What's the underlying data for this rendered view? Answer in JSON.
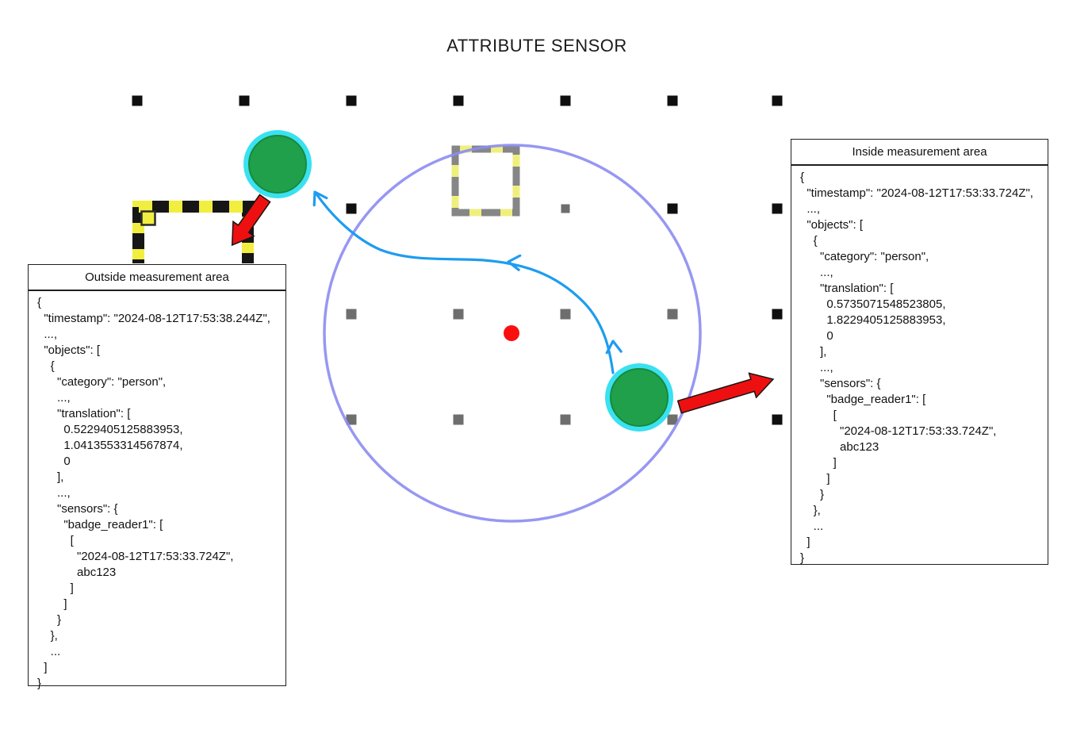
{
  "title": "ATTRIBUTE SENSOR",
  "colors": {
    "person-green": "#21a04b",
    "person-green-edge": "#168a3c",
    "person-ring-cyan": "#3ae1f0",
    "area-purple": "#8c8cf2",
    "center-red": "#fa0f0f",
    "arrow-red": "#ee1010",
    "path-blue": "#1e9cf0",
    "gate-yellow": "#f2ee3f",
    "gate-black": "#161616",
    "faded-gate-gray": "#686868",
    "faded-gate-yellow": "#ecec5e",
    "dot-black": "#0f0f0f",
    "dot-gray": "#6e6e6e"
  },
  "panels": {
    "outside": {
      "title": "Outside measurement area",
      "lines": [
        "{",
        "  \"timestamp\": \"2024-08-12T17:53:38.244Z\",",
        "  ...,",
        "  \"objects\": [",
        "    {",
        "      \"category\": \"person\",",
        "      ...,",
        "      \"translation\": [",
        "        0.5229405125883953,",
        "        1.0413553314567874,",
        "        0",
        "      ],",
        "      ...,",
        "      \"sensors\": {",
        "        \"badge_reader1\": [",
        "          [",
        "            \"2024-08-12T17:53:33.724Z\",",
        "            abc123",
        "          ]",
        "        ]",
        "      }",
        "    },",
        "    ...",
        "  ]",
        "}"
      ]
    },
    "inside": {
      "title": "Inside measurement area",
      "lines": [
        "{",
        "  \"timestamp\": \"2024-08-12T17:53:33.724Z\",",
        "  ...,",
        "  \"objects\": [",
        "    {",
        "      \"category\": \"person\",",
        "      ...,",
        "      \"translation\": [",
        "        0.5735071548523805,",
        "        1.8229405125883953,",
        "        0",
        "      ],",
        "      ...,",
        "      \"sensors\": {",
        "        \"badge_reader1\": [",
        "          [",
        "            \"2024-08-12T17:53:33.724Z\",",
        "            abc123",
        "          ]",
        "        ]",
        "      }",
        "    },",
        "    ...",
        "  ]",
        "}"
      ]
    }
  }
}
